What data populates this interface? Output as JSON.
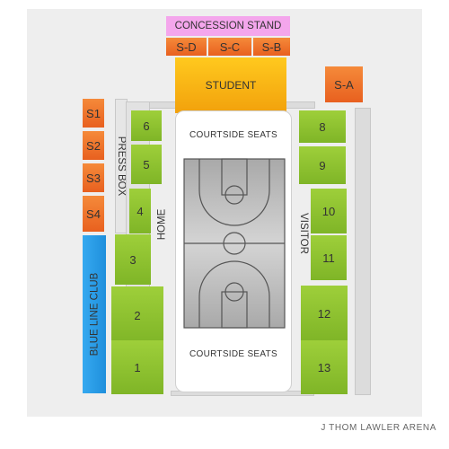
{
  "venue_name": "J THOM LAWLER ARENA",
  "colors": {
    "background": "#eeeeee",
    "general_section": "#8dc232",
    "reserved_section": "#ee6f27",
    "student_section": "#f7b413",
    "concession": "#f4a6ec",
    "club": "#2b9ce6"
  },
  "areas": {
    "concession": "CONCESSION STAND",
    "press_box": "PRESS BOX",
    "home": "HOME",
    "visitor": "VISITOR",
    "blue_line_club": "BLUE LINE CLUB",
    "courtside_top": "COURTSIDE SEATS",
    "courtside_bottom": "COURTSIDE SEATS"
  },
  "sections": {
    "s1": "1",
    "s2": "2",
    "s3": "3",
    "s4": "4",
    "s5": "5",
    "s6": "6",
    "s8": "8",
    "s9": "9",
    "s10": "10",
    "s11": "11",
    "s12": "12",
    "s13": "13",
    "sd": "S-D",
    "sc": "S-C",
    "sb": "S-B",
    "sa": "S-A",
    "student": "STUDENT",
    "si1": "S1",
    "si2": "S2",
    "si3": "S3",
    "si4": "S4"
  }
}
